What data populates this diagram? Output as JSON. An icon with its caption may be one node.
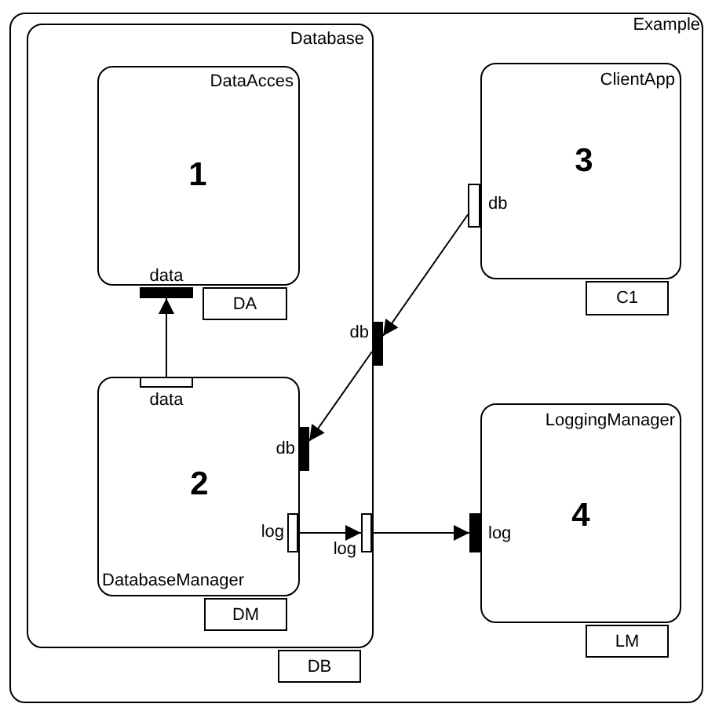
{
  "diagram": {
    "nodes": [
      {
        "text": [
          "Example"
        ]
      },
      {
        "text": [
          "Database"
        ],
        "in": 0
      },
      {
        "text": [
          "DataAcces",
          "1"
        ],
        "in": 1
      },
      {
        "text": [
          "DA"
        ],
        "in": 1
      },
      {
        "text": [],
        "shape": "bar",
        "beside": [
          "data"
        ],
        "in": 1
      },
      {
        "text": [
          "2",
          "DatabaseManager"
        ],
        "in": 1
      },
      {
        "text": [],
        "shape": "box",
        "beside": [
          "data"
        ],
        "in": 5
      },
      {
        "text": [],
        "shape": "bar",
        "beside": [
          "db"
        ],
        "in": 1
      },
      {
        "text": [],
        "shape": "box",
        "beside": [
          "log"
        ],
        "in": 5
      },
      {
        "text": [
          "DM"
        ],
        "in": 1
      },
      {
        "text": [],
        "shape": "bar",
        "beside": [
          "db"
        ],
        "in": 0
      },
      {
        "text": [],
        "shape": "box",
        "beside": [
          "log"
        ],
        "in": 1
      },
      {
        "text": [
          "DB"
        ],
        "in": 0
      },
      {
        "text": [
          "ClientApp",
          "3"
        ],
        "in": 0
      },
      {
        "text": [],
        "shape": "box",
        "beside": [
          "db"
        ],
        "in": 0
      },
      {
        "text": [
          "C1"
        ],
        "in": 0
      },
      {
        "text": [
          "LoggingManager",
          "4"
        ],
        "in": 0
      },
      {
        "text": [],
        "shape": "bar",
        "beside": [
          "log"
        ],
        "in": 0
      },
      {
        "text": [
          "LM"
        ],
        "in": 0
      }
    ],
    "edges": [
      {
        "from": 6,
        "to": 4,
        "arrow": "to"
      },
      {
        "from": 14,
        "to": 10,
        "arrow": "to"
      },
      {
        "from": 10,
        "to": 7,
        "arrow": "to"
      },
      {
        "from": 8,
        "to": 11,
        "arrow": "to"
      },
      {
        "from": 11,
        "to": 17,
        "arrow": "to"
      }
    ]
  }
}
